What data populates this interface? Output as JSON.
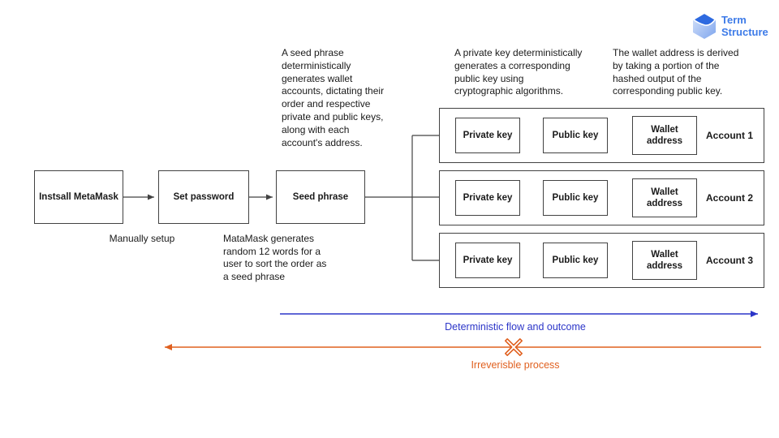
{
  "logo": {
    "line1": "Term",
    "line2": "Structure",
    "icon": "term-structure-cube-icon"
  },
  "flow": {
    "install": "Instsall MetaMask",
    "set_password": "Set password",
    "seed_phrase": "Seed phrase"
  },
  "captions": {
    "manually_setup": "Manually setup",
    "metamask_generates": "MataMask generates\nrandom 12 words for a\nuser to sort the order as\na seed phrase"
  },
  "annotations": {
    "seed_phrase_note": "A seed phrase\ndeterministically\ngenerates wallet\naccounts, dictating their\norder and respective\nprivate and public keys,\nalong with each\naccount's address.",
    "private_key_note": "A private key deterministically\ngenerates a corresponding\npublic key using\ncryptographic algorithms.",
    "wallet_address_note": "The wallet address is derived\nby taking a portion of the\nhashed output of the\ncorresponding public key."
  },
  "accounts": {
    "rows": [
      {
        "private_key": "Private key",
        "public_key": "Public key",
        "wallet_address": "Wallet address",
        "account": "Account 1"
      },
      {
        "private_key": "Private key",
        "public_key": "Public key",
        "wallet_address": "Wallet address",
        "account": "Account 2"
      },
      {
        "private_key": "Private key",
        "public_key": "Public key",
        "wallet_address": "Wallet address",
        "account": "Account 3"
      }
    ]
  },
  "legend": {
    "deterministic": "Deterministic flow and outcome",
    "irreversible": "Irreverisble process"
  },
  "colors": {
    "brand_blue": "#3D7BE8",
    "flow_blue": "#2B35C8",
    "irreversible_orange": "#E0601F",
    "box_border": "#424242"
  }
}
